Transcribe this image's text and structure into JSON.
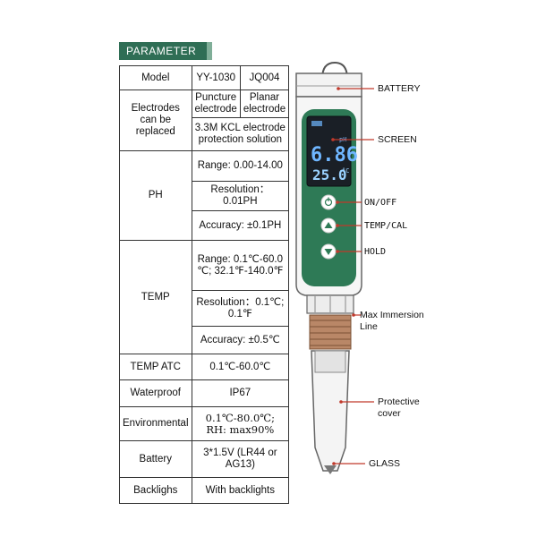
{
  "title": "PARAMETER",
  "spec": {
    "model_label": "Model",
    "model_a": "YY-1030",
    "model_b": "JQ004",
    "electrodes_label": "Electrodes can be replaced",
    "electrode_a": "Puncture electrode",
    "electrode_b": "Planar electrode",
    "electrode_solution": "3.3M KCL electrode protection solution",
    "ph_label": "PH",
    "ph_range": "Range: 0.00-14.00",
    "ph_resolution": "Resolution：0.01PH",
    "ph_accuracy": "Accuracy: ±0.1PH",
    "temp_label": "TEMP",
    "temp_range": "Range: 0.1℃-60.0 ℃; 32.1℉-140.0℉",
    "temp_resolution": "Resolution：0.1℃; 0.1℉",
    "temp_accuracy": "Accuracy: ±0.5℃",
    "atc_label": "TEMP ATC",
    "atc_value": "0.1℃-60.0℃",
    "waterproof_label": "Waterproof",
    "waterproof_value": "IP67",
    "environmental_label": "Environmental",
    "environmental_value": "0.1℃-80.0℃; RH: max90%",
    "battery_label": "Battery",
    "battery_value": "3*1.5V (LR44 or AG13)",
    "backlight_label": "Backlighs",
    "backlight_value": "With backlights"
  },
  "device": {
    "display_ph": "6.86",
    "display_temp": "25.0",
    "ph_unit": "pH",
    "temp_unit": "°C"
  },
  "callouts": {
    "battery": "BATTERY",
    "screen": "SCREEN",
    "onoff": "ON/OFF",
    "tempcal": "TEMP/CAL",
    "hold": "HOLD",
    "immersion": "Max Immersion Line",
    "cover": "Protective cover",
    "glass": "GLASS"
  },
  "colors": {
    "banner": "#2f6e55",
    "screen_digits": "#6fb6ff",
    "device_green": "#2e7a56",
    "callout_line": "#c0392b"
  }
}
